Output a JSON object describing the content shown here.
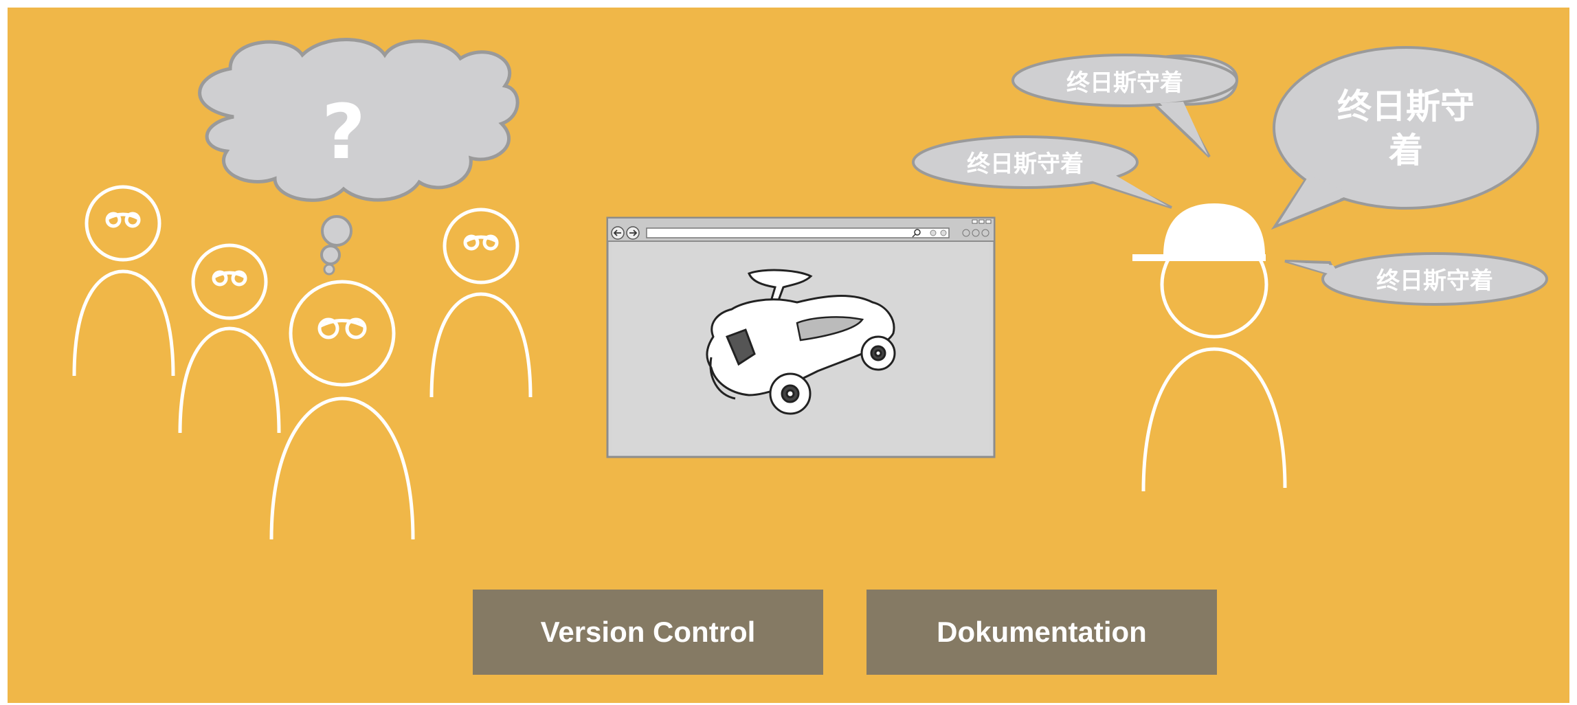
{
  "colors": {
    "page_background": "#ffffff",
    "panel_background": "#f0b748",
    "figure_stroke": "#ffffff",
    "bubble_fill": "#cfcfd1",
    "bubble_stroke": "#9a9a9a",
    "button_fill": "#857a64",
    "button_text": "#ffffff"
  },
  "thought_bubble": {
    "text": "?"
  },
  "speech_bubbles": [
    {
      "text": "终日斯守着"
    },
    {
      "text": "终日斯守着"
    },
    {
      "text_line1": "终日斯守",
      "text_line2": "着"
    },
    {
      "text": "终日斯守着"
    }
  ],
  "browser_window": {
    "icons": [
      "back-arrow-icon",
      "forward-arrow-icon",
      "search-icon",
      "minimize-icon",
      "maximize-icon",
      "close-icon"
    ],
    "content": "toy car drawing"
  },
  "buttons": {
    "version_control": "Version Control",
    "documentation": "Dokumentation"
  }
}
